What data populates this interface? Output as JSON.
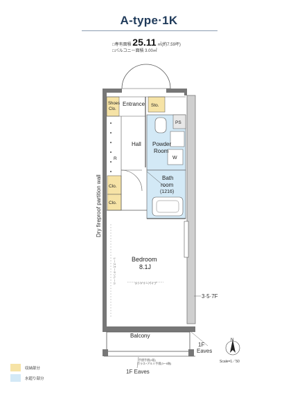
{
  "header": {
    "title": "A-type·1K",
    "area_label": "□専有面積",
    "area_value": "25.11",
    "area_unit": "㎡(約7.59坪)",
    "balcony_area": "□バルコニー面積 3.00㎡"
  },
  "rooms": {
    "entrance": "Entrance",
    "shoes_line1": "Shoes",
    "shoes_line2": "Clo.",
    "sto": "Sto.",
    "ps": "PS",
    "hall": "Hall",
    "powder_line1": "Powder",
    "powder_line2": "Room",
    "w": "W",
    "r": "R",
    "bath_line1": "Bath",
    "bath_line2": "room",
    "bath_size": "(1216)",
    "clo_upper": "Clo.",
    "clo_lower": "Clo.",
    "bedroom": "Bedroom",
    "bedroom_size": "8.1J",
    "laundry_pipe": "ランドリーパイプ",
    "side_note": "レースカーテンレール",
    "balcony": "Balcony"
  },
  "annotations": {
    "partition_wall": "Dry fireproof partition wall",
    "floors_357": "3·5·7F",
    "eaves_1f_right_line1": "1F",
    "eaves_1f_right_line2": "Eaves",
    "eaves_1f_bottom": "1F Eaves",
    "railing_note_1": "手摺手摺(2段)",
    "railing_note_2": "ガラス+アルミ手摺(3〜8階)",
    "compass": "N",
    "scale": "Scale=1／50"
  },
  "legend": {
    "items": [
      {
        "label": "収納部分",
        "color": "#f6e3a6"
      },
      {
        "label": "水廻り部分",
        "color": "#d3e9f6"
      }
    ]
  }
}
